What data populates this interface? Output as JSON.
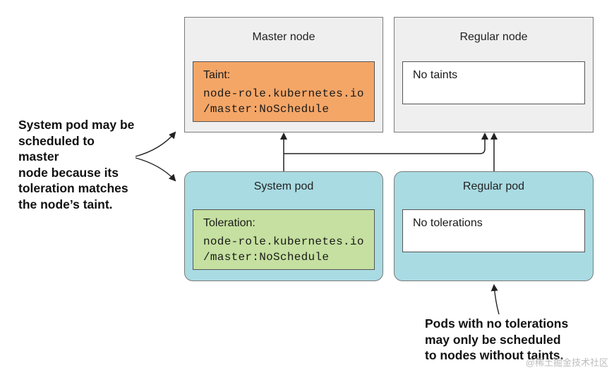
{
  "master_node": {
    "title": "Master node",
    "taint_label": "Taint:",
    "taint_line1": "node-role.kubernetes.io",
    "taint_line2": "/master:NoSchedule"
  },
  "regular_node": {
    "title": "Regular node",
    "status": "No taints"
  },
  "system_pod": {
    "title": "System pod",
    "toleration_label": "Toleration:",
    "toleration_line1": "node-role.kubernetes.io",
    "toleration_line2": "/master:NoSchedule"
  },
  "regular_pod": {
    "title": "Regular pod",
    "status": "No tolerations"
  },
  "callouts": {
    "left": [
      "System pod may be",
      "scheduled to master",
      "node because its",
      "toleration matches",
      "the node’s taint."
    ],
    "bottom": [
      "Pods with no tolerations",
      "may only be scheduled",
      "to nodes without taints."
    ]
  },
  "watermark": "@稀土掘金技术社区",
  "colors": {
    "node_bg": "#efefef",
    "pod_bg": "#a9dbe3",
    "taint_bg": "#f4a667",
    "toleration_bg": "#c5e0a0"
  }
}
